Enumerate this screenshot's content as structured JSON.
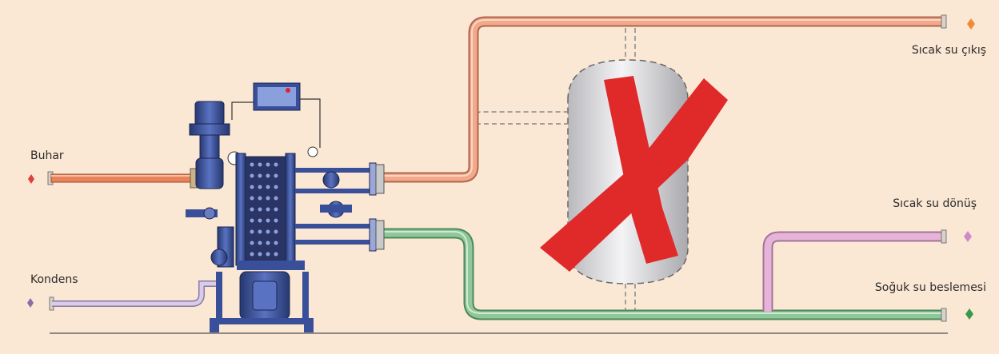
{
  "labels": {
    "steam": "Buhar",
    "condensate": "Kondens",
    "hot_water_out": "Sıcak su çıkış",
    "hot_water_return": "Sıcak su dönüş",
    "cold_water_feed": "Soğuk su beslemesi"
  },
  "colors": {
    "background": "#fbe8d4",
    "steam_pipe": "#e8825a",
    "hot_water_pipe": "#f2a88a",
    "return_pipe": "#e6b4d8",
    "cold_pipe": "#8fc79a",
    "equipment": "#3a4f9a",
    "cross": "#e02a2a",
    "tank": "#d9d9dc"
  },
  "icons": [
    "steam-arrow-icon",
    "condensate-arrow-icon",
    "hot-out-arrow-icon",
    "hot-return-arrow-icon",
    "cold-feed-arrow-icon"
  ]
}
